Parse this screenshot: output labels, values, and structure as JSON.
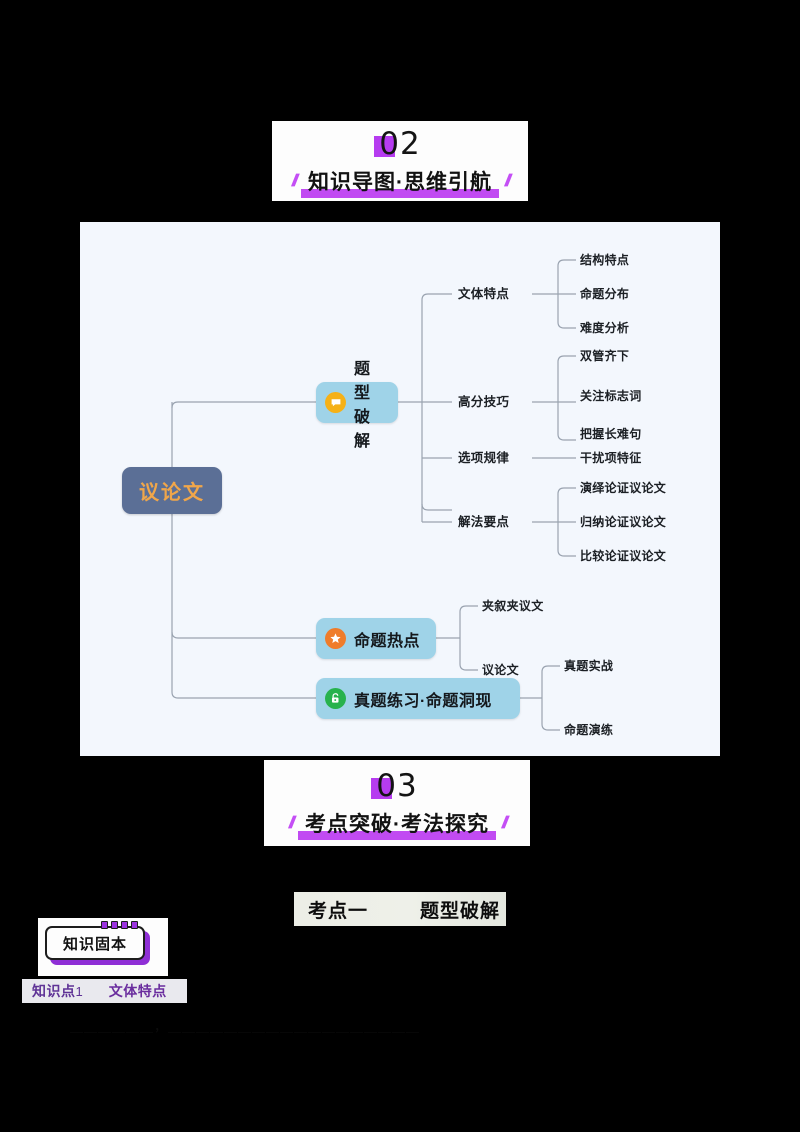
{
  "banner_02": {
    "number": "02",
    "title": "知识导图·思维引航",
    "slash_left": "//",
    "slash_right": "//"
  },
  "banner_03": {
    "number": "03",
    "title": "考点突破·考法探究",
    "slash_left": "//",
    "slash_right": "//"
  },
  "mindmap": {
    "root": {
      "label": "议论文",
      "bg": "#5b6f96",
      "color": "#f0a64a"
    },
    "branches": [
      {
        "label": "题型破解",
        "icon": "chat-bubble-icon",
        "icon_color": "#f5b117",
        "bg": "#9fd3e8",
        "children": [
          {
            "label": "文体特点",
            "children": [
              "结构特点",
              "命题分布",
              "难度分析"
            ]
          },
          {
            "label": "高分技巧",
            "children": [
              "双管齐下",
              "关注标志词",
              "把握长难句"
            ]
          },
          {
            "label": "选项规律",
            "children": [
              "干扰项特征"
            ]
          },
          {
            "label": "解法要点",
            "children": [
              "演绎论证议论文",
              "归纳论证议论文",
              "比较论证议论文"
            ]
          }
        ]
      },
      {
        "label": "命题热点",
        "icon": "star-icon",
        "icon_color": "#ef7c2a",
        "bg": "#9fd3e8",
        "children": [
          {
            "label": "夹叙夹议文",
            "children": []
          },
          {
            "label": "议论文",
            "children": []
          }
        ]
      },
      {
        "label": "真题练习·命题洞现",
        "icon": "unlock-icon",
        "icon_color": "#27b24d",
        "bg": "#9fd3e8",
        "children": [
          {
            "label": "真题实战",
            "children": []
          },
          {
            "label": "命题演练",
            "children": []
          }
        ]
      }
    ]
  },
  "kaodian": {
    "label": "考点一",
    "title": "题型破解"
  },
  "zhishi_guben": {
    "badge": "知识固本",
    "point_label": "知识点",
    "point_number": "1",
    "point_title": "文体特点"
  },
  "body_text": {
    "line1": "＿＿＿＿＿＿，＿＿＿＿＿＿＿＿＿＿＿＿＿＿＿＿＿＿"
  }
}
